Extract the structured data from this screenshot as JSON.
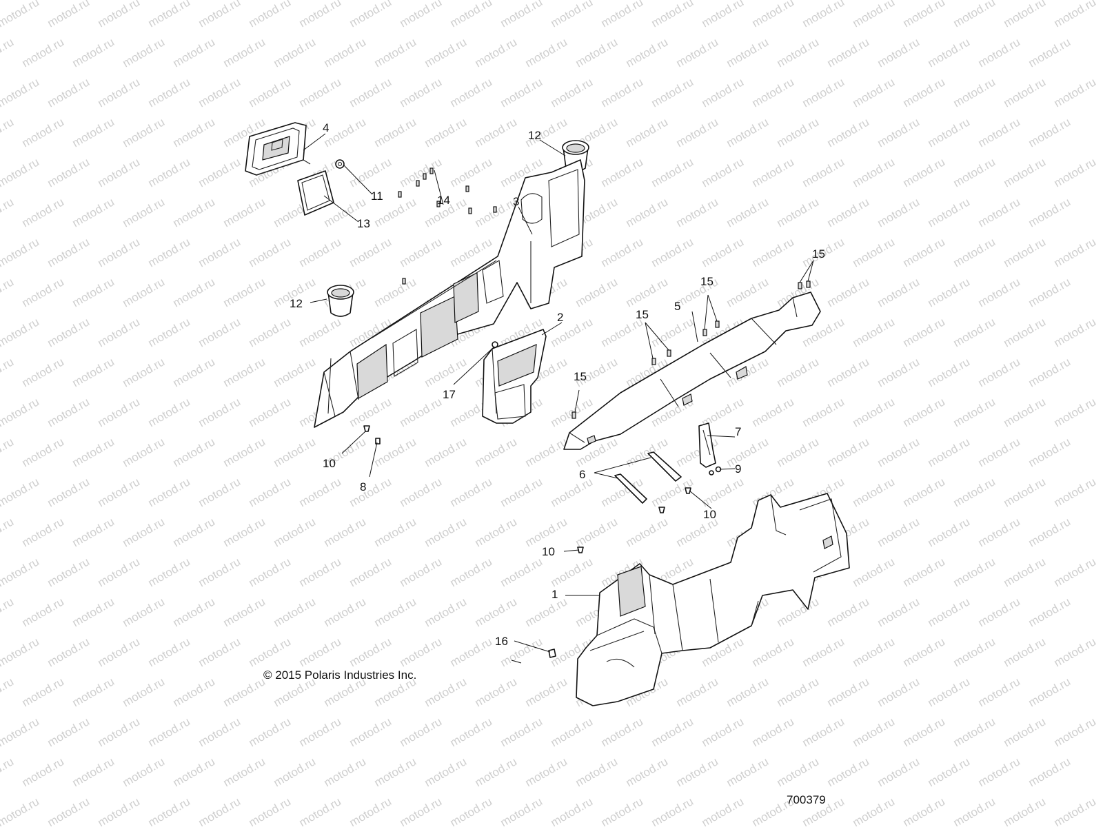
{
  "watermark": {
    "text": "motod.ru"
  },
  "callouts": [
    {
      "id": "c4",
      "label": "4"
    },
    {
      "id": "c11",
      "label": "11"
    },
    {
      "id": "c13",
      "label": "13"
    },
    {
      "id": "c12a",
      "label": "12"
    },
    {
      "id": "c14",
      "label": "14"
    },
    {
      "id": "c3",
      "label": "3"
    },
    {
      "id": "c12b",
      "label": "12"
    },
    {
      "id": "c2",
      "label": "2"
    },
    {
      "id": "c17",
      "label": "17"
    },
    {
      "id": "c10a",
      "label": "10"
    },
    {
      "id": "c8",
      "label": "8"
    },
    {
      "id": "c15a",
      "label": "15"
    },
    {
      "id": "c15b",
      "label": "15"
    },
    {
      "id": "c15c",
      "label": "15"
    },
    {
      "id": "c5",
      "label": "5"
    },
    {
      "id": "c15d",
      "label": "15"
    },
    {
      "id": "c7",
      "label": "7"
    },
    {
      "id": "c6",
      "label": "6"
    },
    {
      "id": "c9",
      "label": "9"
    },
    {
      "id": "c10b",
      "label": "10"
    },
    {
      "id": "c10c",
      "label": "10"
    },
    {
      "id": "c1",
      "label": "1"
    },
    {
      "id": "c16",
      "label": "16"
    }
  ],
  "copyright": "© 2015 Polaris Industries Inc.",
  "drawing_number": "700379"
}
